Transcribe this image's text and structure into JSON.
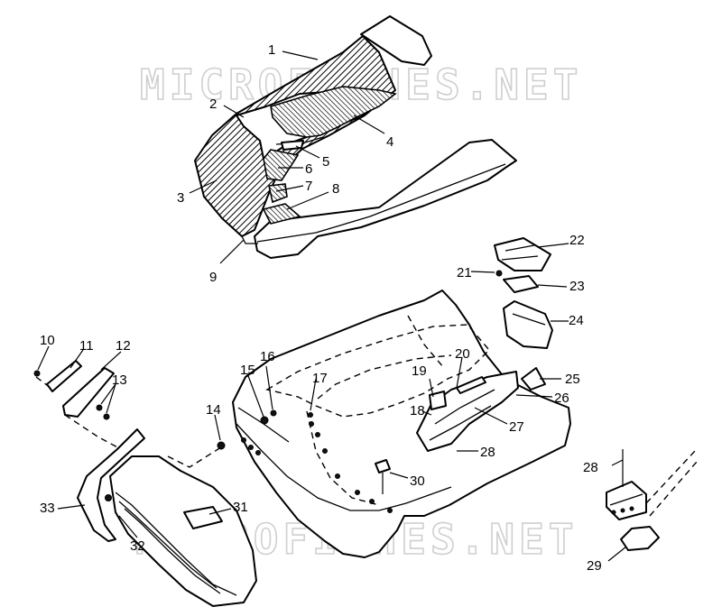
{
  "watermarks": [
    "MICROFICHES.NET",
    "MICROFICHES.NET"
  ],
  "callouts": [
    {
      "id": "c1",
      "text": "1"
    },
    {
      "id": "c2",
      "text": "2"
    },
    {
      "id": "c3",
      "text": "3"
    },
    {
      "id": "c4",
      "text": "4"
    },
    {
      "id": "c5",
      "text": "5"
    },
    {
      "id": "c6",
      "text": "6"
    },
    {
      "id": "c7",
      "text": "7"
    },
    {
      "id": "c8",
      "text": "8"
    },
    {
      "id": "c9",
      "text": "9"
    },
    {
      "id": "c10",
      "text": "10"
    },
    {
      "id": "c11",
      "text": "11"
    },
    {
      "id": "c12",
      "text": "12"
    },
    {
      "id": "c13",
      "text": "13"
    },
    {
      "id": "c14",
      "text": "14"
    },
    {
      "id": "c15",
      "text": "15"
    },
    {
      "id": "c16",
      "text": "16"
    },
    {
      "id": "c17",
      "text": "17"
    },
    {
      "id": "c18",
      "text": "18"
    },
    {
      "id": "c19",
      "text": "19"
    },
    {
      "id": "c20",
      "text": "20"
    },
    {
      "id": "c21",
      "text": "21"
    },
    {
      "id": "c22",
      "text": "22"
    },
    {
      "id": "c23",
      "text": "23"
    },
    {
      "id": "c24",
      "text": "24"
    },
    {
      "id": "c25",
      "text": "25"
    },
    {
      "id": "c26",
      "text": "26"
    },
    {
      "id": "c27",
      "text": "27"
    },
    {
      "id": "c28a",
      "text": "28"
    },
    {
      "id": "c28b",
      "text": "28"
    },
    {
      "id": "c29",
      "text": "29"
    },
    {
      "id": "c30",
      "text": "30"
    },
    {
      "id": "c31",
      "text": "31"
    },
    {
      "id": "c32",
      "text": "32"
    },
    {
      "id": "c33",
      "text": "33"
    }
  ]
}
